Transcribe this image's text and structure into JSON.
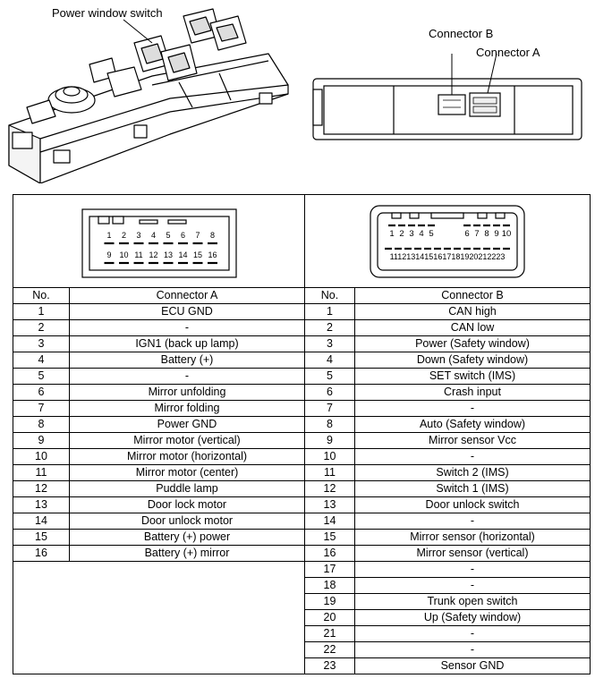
{
  "labels": {
    "power_window_switch": "Power window switch",
    "connector_b": "Connector B",
    "connector_a": "Connector A"
  },
  "connector_a_pins": {
    "top": [
      "1",
      "2",
      "3",
      "4",
      "5",
      "6",
      "7",
      "8"
    ],
    "bottom": [
      "9",
      "10",
      "11",
      "12",
      "13",
      "14",
      "15",
      "16"
    ]
  },
  "connector_b_pins": {
    "top": [
      "1",
      "2",
      "3",
      "4",
      "5",
      "6",
      "7",
      "8",
      "9",
      "10"
    ],
    "bottom_text": "11121314151617181920212223"
  },
  "table": {
    "col_no": "No.",
    "col_a": "Connector A",
    "col_b": "Connector B",
    "a_rows": [
      {
        "no": "1",
        "name": "ECU GND"
      },
      {
        "no": "2",
        "name": "-"
      },
      {
        "no": "3",
        "name": "IGN1 (back up lamp)"
      },
      {
        "no": "4",
        "name": "Battery (+)"
      },
      {
        "no": "5",
        "name": "-"
      },
      {
        "no": "6",
        "name": "Mirror unfolding"
      },
      {
        "no": "7",
        "name": "Mirror folding"
      },
      {
        "no": "8",
        "name": "Power GND"
      },
      {
        "no": "9",
        "name": "Mirror motor (vertical)"
      },
      {
        "no": "10",
        "name": "Mirror motor (horizontal)"
      },
      {
        "no": "11",
        "name": "Mirror motor (center)"
      },
      {
        "no": "12",
        "name": "Puddle lamp"
      },
      {
        "no": "13",
        "name": "Door lock motor"
      },
      {
        "no": "14",
        "name": "Door unlock motor"
      },
      {
        "no": "15",
        "name": "Battery (+) power"
      },
      {
        "no": "16",
        "name": "Battery (+) mirror"
      }
    ],
    "b_rows": [
      {
        "no": "1",
        "name": "CAN high"
      },
      {
        "no": "2",
        "name": "CAN low"
      },
      {
        "no": "3",
        "name": "Power (Safety window)"
      },
      {
        "no": "4",
        "name": "Down (Safety window)"
      },
      {
        "no": "5",
        "name": "SET switch (IMS)"
      },
      {
        "no": "6",
        "name": "Crash input"
      },
      {
        "no": "7",
        "name": "-"
      },
      {
        "no": "8",
        "name": "Auto (Safety window)"
      },
      {
        "no": "9",
        "name": "Mirror sensor Vcc"
      },
      {
        "no": "10",
        "name": "-"
      },
      {
        "no": "11",
        "name": "Switch 2 (IMS)"
      },
      {
        "no": "12",
        "name": "Switch 1 (IMS)"
      },
      {
        "no": "13",
        "name": "Door unlock switch"
      },
      {
        "no": "14",
        "name": "-"
      },
      {
        "no": "15",
        "name": "Mirror sensor (horizontal)"
      },
      {
        "no": "16",
        "name": "Mirror sensor (vertical)"
      },
      {
        "no": "17",
        "name": "-"
      },
      {
        "no": "18",
        "name": "-"
      },
      {
        "no": "19",
        "name": "Trunk open switch"
      },
      {
        "no": "20",
        "name": "Up (Safety window)"
      },
      {
        "no": "21",
        "name": "-"
      },
      {
        "no": "22",
        "name": "-"
      },
      {
        "no": "23",
        "name": "Sensor GND"
      }
    ]
  }
}
